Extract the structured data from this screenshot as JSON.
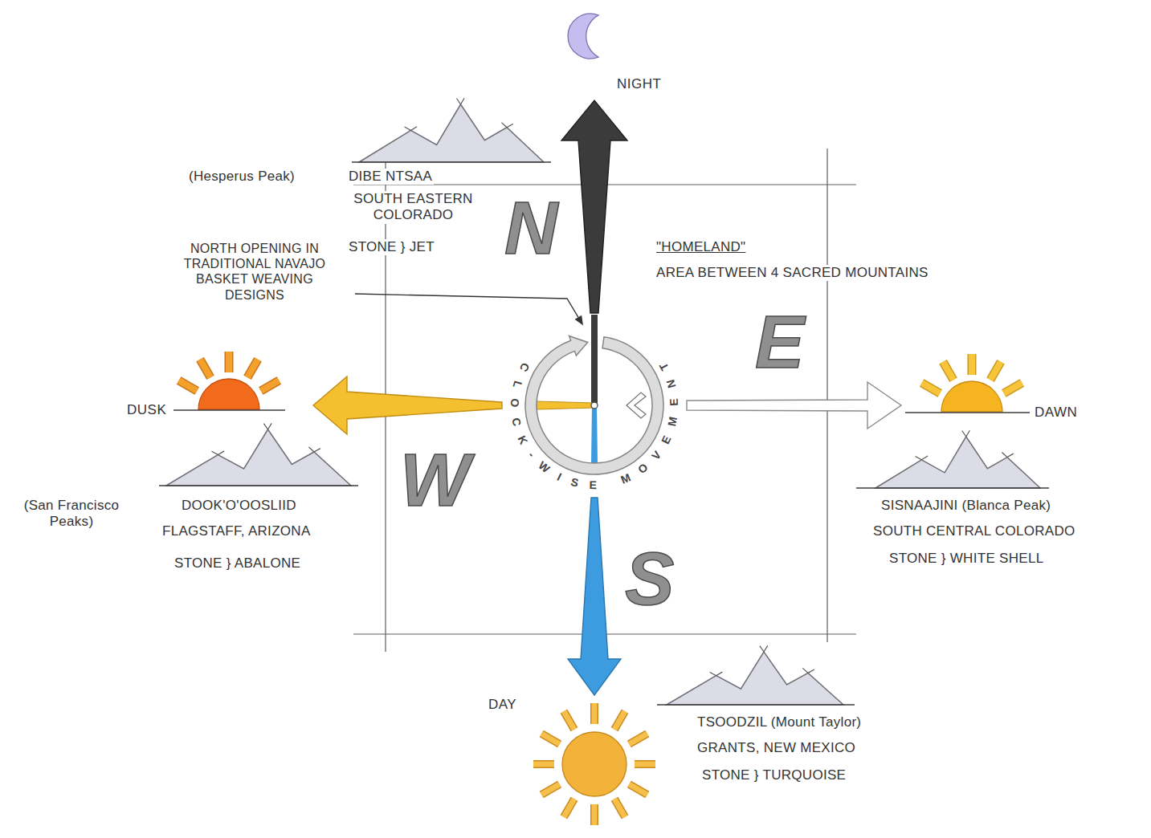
{
  "diagram": {
    "nodes": [
      {
        "text": [
          "NIGHT"
        ]
      },
      {
        "text": [
          "DUSK"
        ]
      },
      {
        "text": [
          "CLOCK-WISE MOVEMENT"
        ]
      },
      {
        "text": [
          "DAWN"
        ]
      },
      {
        "text": [
          "DAY"
        ]
      }
    ],
    "edges": [
      {
        "from": 2,
        "to": 0,
        "arrow": "to"
      },
      {
        "from": 2,
        "to": 1,
        "arrow": "to"
      },
      {
        "from": 2,
        "to": 3,
        "arrow": "to"
      },
      {
        "from": 2,
        "to": 4,
        "arrow": "to"
      }
    ],
    "labels": [
      "(Hesperus Peak)",
      "DIBE NTSAA",
      "SOUTH EASTERN COLORADO",
      "STONE } JET",
      "N",
      "NORTH OPENING IN TRADITIONAL NAVAJO BASKET WEAVING DESIGNS",
      "\"HOMELAND\"",
      "AREA BETWEEN 4 SACRED MOUNTAINS",
      "E",
      "W",
      "(San Francisco Peaks)",
      "DOOK'O'OOSLIID",
      "FLAGSTAFF, ARIZONA",
      "STONE } ABALONE",
      "SISNAAJINI (Blanca Peak)",
      "SOUTH CENTRAL COLORADO",
      "STONE } WHITE SHELL",
      "S",
      "TSOODZIL (Mount Taylor)",
      "GRANTS, NEW MEXICO",
      "STONE } TURQUOISE"
    ]
  }
}
